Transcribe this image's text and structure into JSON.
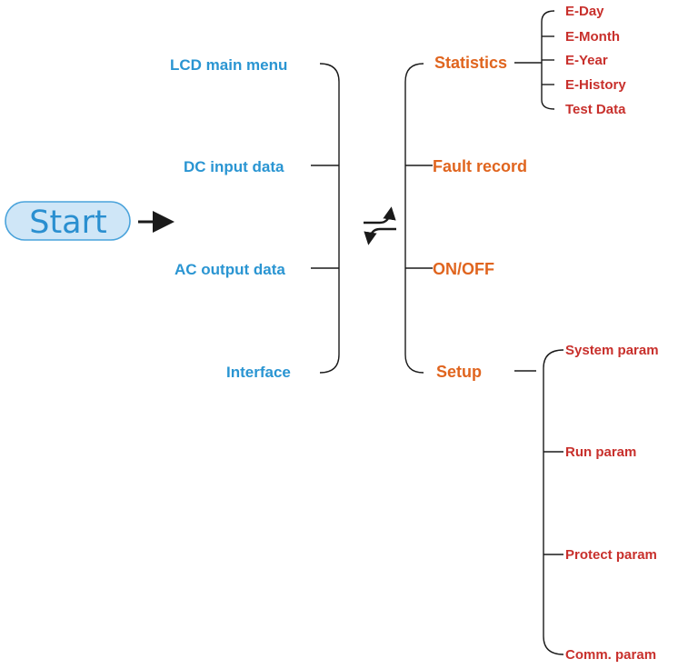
{
  "start": {
    "label": "Start"
  },
  "main_menu": {
    "items": [
      {
        "label": "LCD main menu"
      },
      {
        "label": "DC input data"
      },
      {
        "label": "AC output data"
      },
      {
        "label": "Interface"
      }
    ]
  },
  "submenu": {
    "items": [
      {
        "label": "Statistics"
      },
      {
        "label": "Fault record"
      },
      {
        "label": "ON/OFF"
      },
      {
        "label": "Setup"
      }
    ]
  },
  "statistics_items": [
    {
      "label": "E-Day"
    },
    {
      "label": "E-Month"
    },
    {
      "label": "E-Year"
    },
    {
      "label": "E-History"
    },
    {
      "label": "Test Data"
    }
  ],
  "setup_items": [
    {
      "label": "System param"
    },
    {
      "label": "Run param"
    },
    {
      "label": "Protect param"
    },
    {
      "label": "Comm. param"
    }
  ],
  "icons": {
    "start_arrow": "right-arrow-icon",
    "toggle": "up-down-switch-icon"
  },
  "colors": {
    "main_menu": "#2a95d2",
    "submenu": "#e0651f",
    "leaf": "#c8302c",
    "start_fill": "#cfe6f7",
    "start_border": "#4aa3db"
  }
}
